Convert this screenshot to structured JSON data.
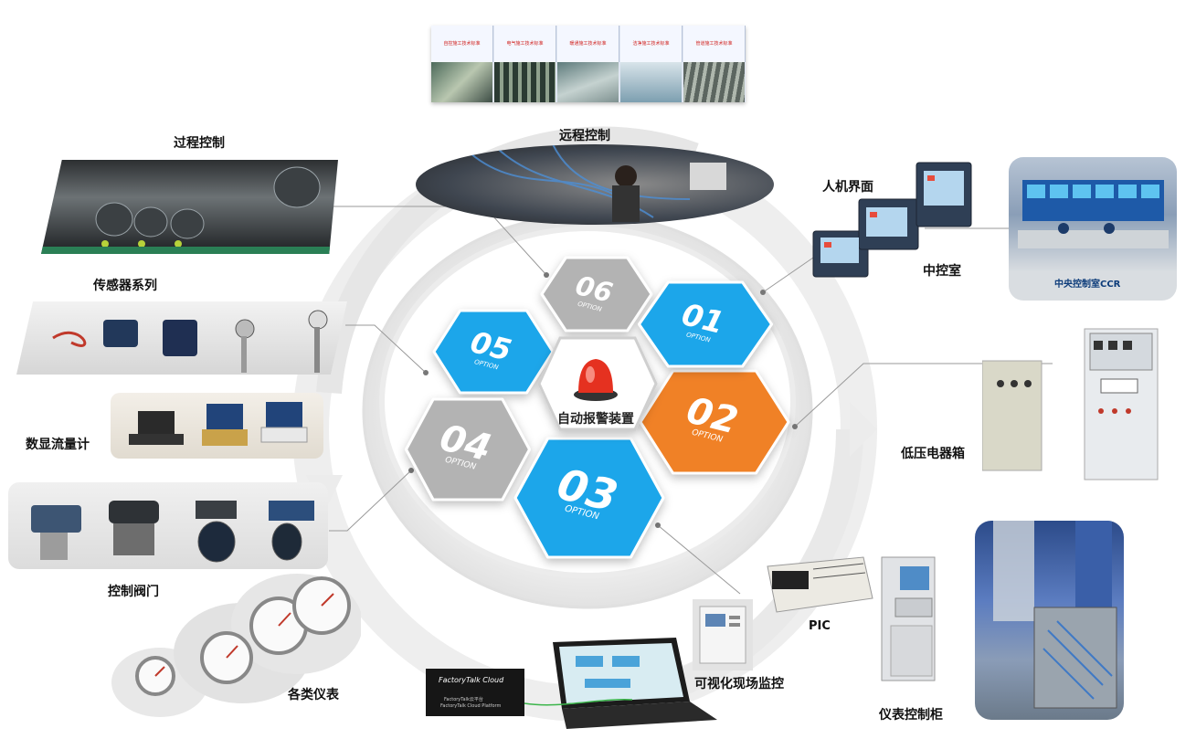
{
  "banner": {
    "panels": [
      {
        "caption": "自控施工技术标准"
      },
      {
        "caption": "电气施工技术标准"
      },
      {
        "caption": "暖通施工技术标准"
      },
      {
        "caption": "洁净施工技术标准"
      },
      {
        "caption": "管道施工技术标准"
      }
    ]
  },
  "labels": {
    "remote_control": "远程控制",
    "process_control": "过程控制",
    "sensor_series": "传感器系列",
    "digital_flowmeter": "数显流量计",
    "control_valve": "控制阀门",
    "instruments": "各类仪表",
    "hmi": "人机界面",
    "central_control": "中控室",
    "ccr_caption": "中央控制室CCR",
    "low_voltage_cabinet": "低压电器箱",
    "plc": "PIC",
    "visual_monitoring": "可视化现场监控",
    "instrument_cabinet": "仪表控制柜",
    "factorytalk_title": "FactoryTalk Cloud",
    "factorytalk_sub1": "FactoryTalk云平台",
    "factorytalk_sub2": "FactoryTalk Cloud Platform"
  },
  "center": {
    "label": "自动报警装置"
  },
  "hexagons": [
    {
      "number": "01",
      "sub": "OPTION",
      "color": "#1aa6ea"
    },
    {
      "number": "02",
      "sub": "OPTION",
      "color": "#f08126"
    },
    {
      "number": "03",
      "sub": "OPTION",
      "color": "#1aa6ea"
    },
    {
      "number": "04",
      "sub": "OPTION",
      "color": "#b3b3b3"
    },
    {
      "number": "05",
      "sub": "OPTION",
      "color": "#1aa6ea"
    },
    {
      "number": "06",
      "sub": "OPTION",
      "color": "#b3b3b3"
    }
  ]
}
